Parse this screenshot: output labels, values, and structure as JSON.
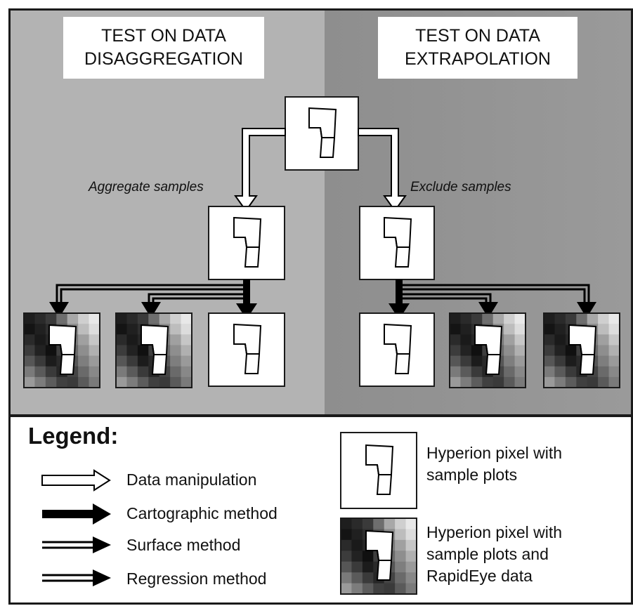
{
  "panels": {
    "left_title": [
      "TEST ON DATA",
      "DISAGGREGATION"
    ],
    "right_title": [
      "TEST ON DATA",
      "EXTRAPOLATION"
    ]
  },
  "labels": {
    "aggregate": "Aggregate samples",
    "exclude": "Exclude samples"
  },
  "legend": {
    "title": "Legend:",
    "items": [
      {
        "label": "Data manipulation",
        "arrow": "hollow-arrow"
      },
      {
        "label": "Cartographic method",
        "arrow": "solid-arrow"
      },
      {
        "label": "Surface method",
        "arrow": "double-line-arrow"
      },
      {
        "label": "Regression method",
        "arrow": "double-line-arrow-variant"
      }
    ],
    "pixel_white": [
      "Hyperion pixel with",
      "sample plots"
    ],
    "pixel_rapideye": [
      "Hyperion pixel with",
      "sample plots and",
      "RapidEye data"
    ]
  },
  "colors": {
    "left_panel": "#b3b3b3",
    "right_panel": "#949494",
    "border": "#1a1a1a"
  }
}
